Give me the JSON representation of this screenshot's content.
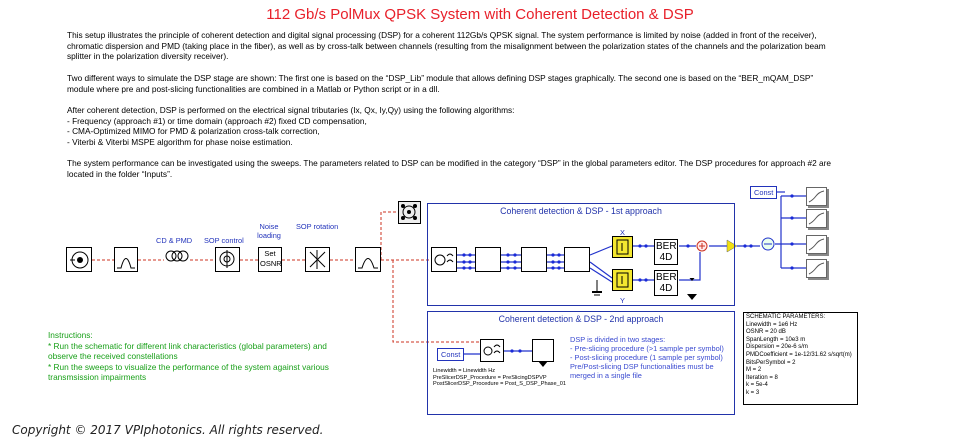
{
  "title": "112 Gb/s PolMux QPSK System with Coherent Detection & DSP",
  "description": [
    "This setup illustrates the principle of coherent detection and digital signal processing (DSP) for a coherent 112Gb/s QPSK signal. The system performance is limited by noise (added in front of the receiver), chromatic dispersion and PMD (taking place in the fiber), as well as by cross-talk between channels (resulting from the misalignment between the polarization states of the channels and the polarization beam splitter in the polarization diversity receiver).",
    "Two different ways to simulate the DSP stage are shown:  The first one is based on the “DSP_Lib” module that allows defining DSP stages graphically. The second one is based on the “BER_mQAM_DSP” module where pre and post-slicing functionalities are combined in a Matlab or Python script or in a dll.",
    "After coherent detection, DSP is performed on the electrical signal tributaries (Ix, Qx, Iy,Qy) using the following algorithms:",
    " - Frequency (approach #1) or time domain (approach #2) fixed CD compensation,",
    " - CMA-Optimized MIMO for PMD & polarization cross-talk correction,",
    " - Viterbi & Viterbi MSPE algorithm for phase noise estimation.",
    "The system performance can be investigated using the sweeps. The parameters related to DSP can be modified in the category “DSP” in the global parameters editor. The DSP procedures for approach #2 are located in the folder “Inputs”."
  ],
  "instructions": [
    "Instructions:",
    "* Run the schematic for different link characteristics (global parameters) and observe the received constellations",
    "* Run the sweeps to visualize the performance of the system against various transmsission impairments"
  ],
  "copyright": "Copyright © 2017 VPIphotonics. All rights reserved.",
  "labels": {
    "cd_pmd": "CD & PMD",
    "sop_control": "SOP control",
    "noise_loading": "Noise loading",
    "set_osnr": "Set OSNR",
    "sop_rotation": "SOP rotation",
    "approach1": "Coherent detection & DSP - 1st approach",
    "approach2": "Coherent detection & DSP - 2nd approach",
    "x": "X",
    "y": "Y",
    "ber": "BER 4D",
    "const": "Const"
  },
  "approach2_params": [
    "Linewidth = Linewidth Hz",
    "PreSlicerDSP_Procedure = PreSlicingDSPVP",
    "PostSlicerDSP_Procedure = Post_S_DSP_Phase_01"
  ],
  "dsp_note": [
    "DSP is divided in two stages:",
    " - Pre-slicing procedure (>1 sample per symbol)",
    " - Post-slicing procedure (1 sample per symbol)",
    "Pre/Post-slicing DSP functionalities must be merged in a single file"
  ],
  "schematic_params": [
    "SCHEMATIC PARAMETERS:",
    "Linewidth = 1e6 Hz",
    "OSNR = 20 dB",
    "SpanLength = 10e3 m",
    "Dispersion = 20e-6 s/m",
    "PMDCoefficient = 1e-12/31.62 s/sqrt(m)",
    "BitsPerSymbol = 2",
    "M = 2",
    "Iteration = 8",
    "k = 5e-4",
    "k = 3"
  ],
  "colors": {
    "title": "#e8202a",
    "accent": "#2233bb",
    "instructions": "#19a019",
    "signal": "#cc3322",
    "group_border": "#2233aa"
  }
}
